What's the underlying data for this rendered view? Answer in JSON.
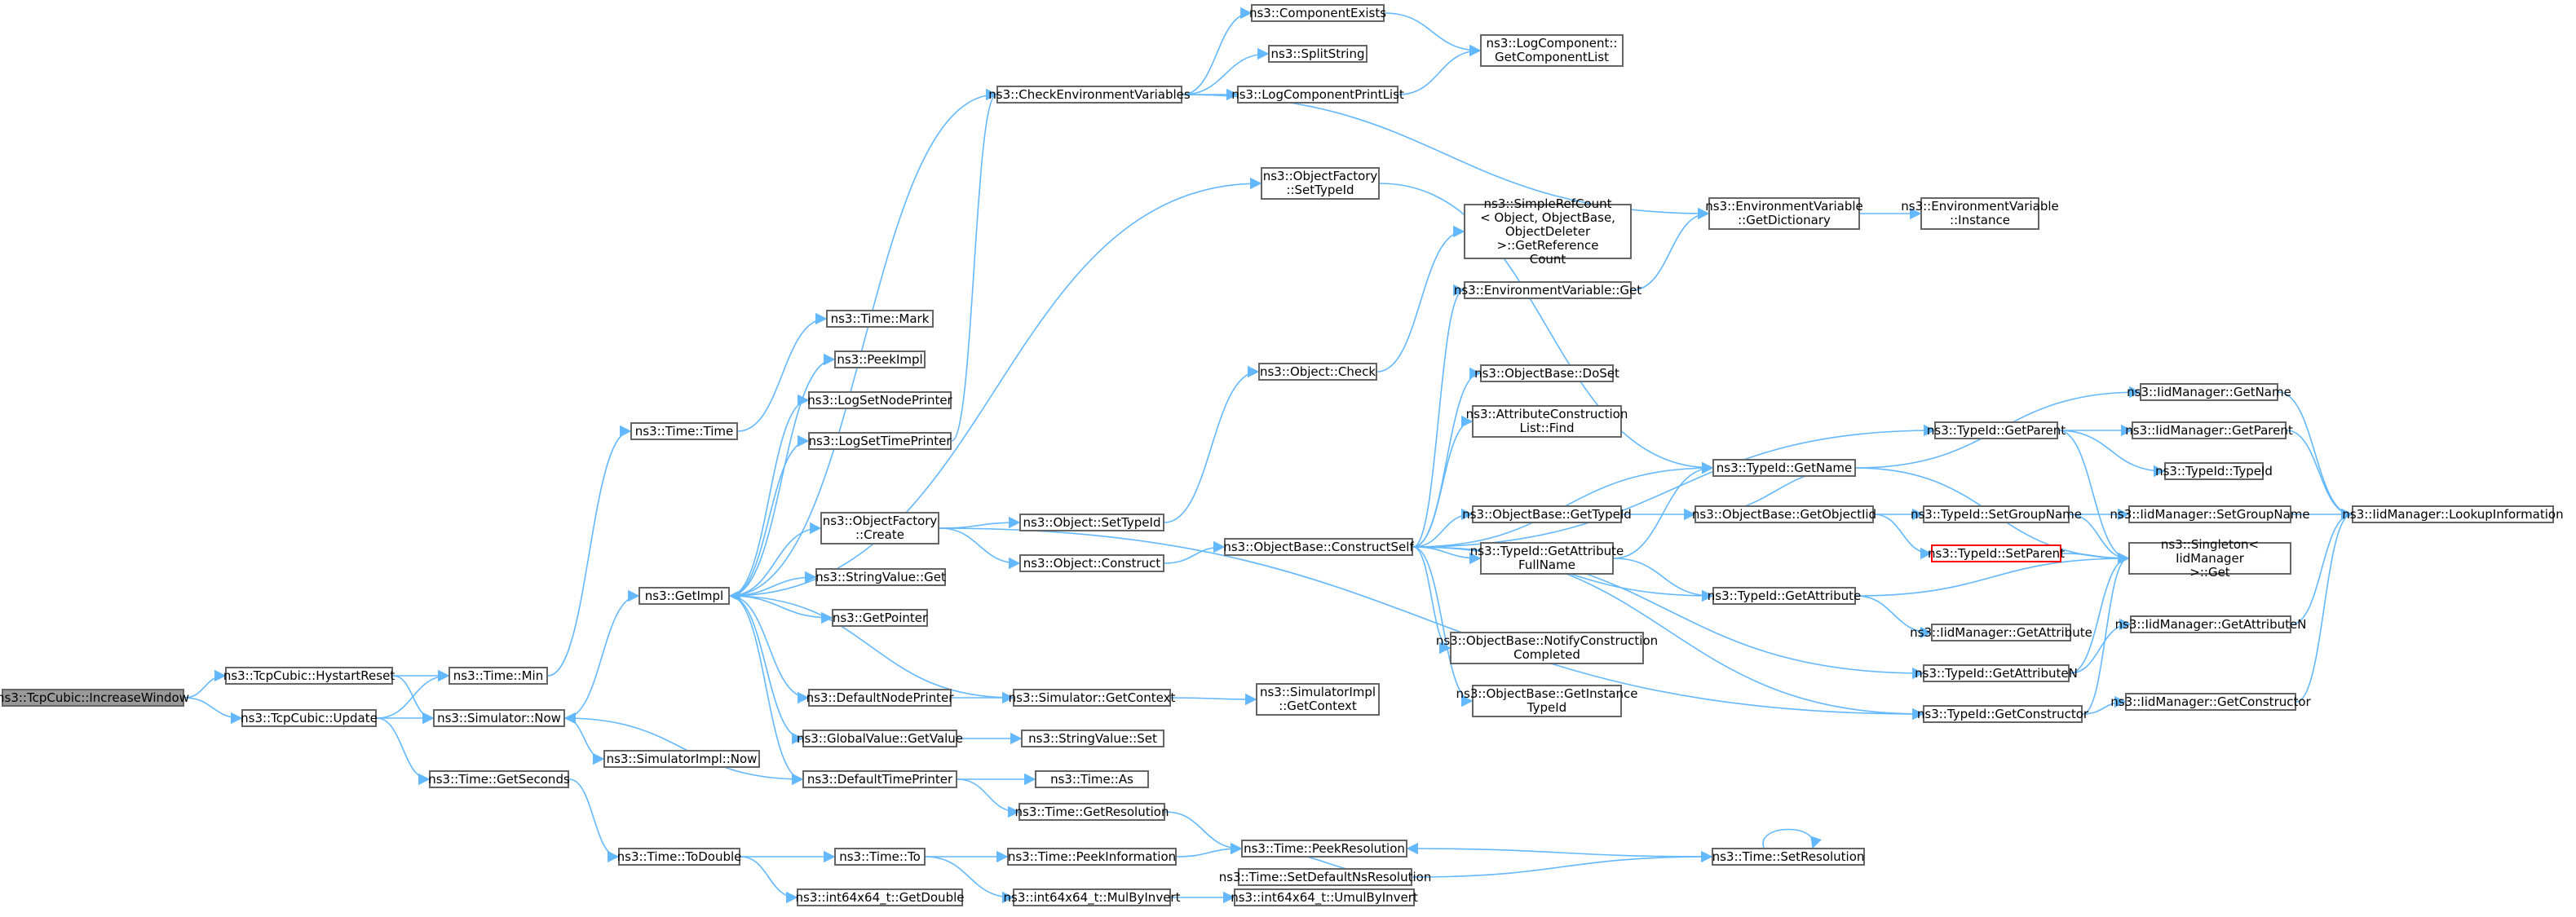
{
  "colors": {
    "edge": "#63b8ff",
    "box_border": "#666666",
    "root_fill": "#999999",
    "highlight_border": "#ff0000"
  },
  "nodes": [
    {
      "id": "root",
      "label": "ns3::TcpCubic::IncreaseWindow",
      "style": "root"
    },
    {
      "id": "hystart",
      "label": "ns3::TcpCubic::HystartReset"
    },
    {
      "id": "update",
      "label": "ns3::TcpCubic::Update"
    },
    {
      "id": "timemin",
      "label": "ns3::Time::Min"
    },
    {
      "id": "simnow",
      "label": "ns3::Simulator::Now"
    },
    {
      "id": "getseconds",
      "label": "ns3::Time::GetSeconds"
    },
    {
      "id": "timetime",
      "label": "ns3::Time::Time"
    },
    {
      "id": "getimpl",
      "label": "ns3::GetImpl"
    },
    {
      "id": "simimplnow",
      "label": "ns3::SimulatorImpl::Now"
    },
    {
      "id": "todouble",
      "label": "ns3::Time::ToDouble"
    },
    {
      "id": "timemark",
      "label": "ns3::Time::Mark"
    },
    {
      "id": "peekimpl",
      "label": "ns3::PeekImpl"
    },
    {
      "id": "logsetnode",
      "label": "ns3::LogSetNodePrinter"
    },
    {
      "id": "logsettime",
      "label": "ns3::LogSetTimePrinter"
    },
    {
      "id": "objfactcreate",
      "label": "ns3::ObjectFactory\n::Create"
    },
    {
      "id": "strget",
      "label": "ns3::StringValue::Get"
    },
    {
      "id": "getpointer",
      "label": "ns3::GetPointer"
    },
    {
      "id": "defnode",
      "label": "ns3::DefaultNodePrinter"
    },
    {
      "id": "globalget",
      "label": "ns3::GlobalValue::GetValue"
    },
    {
      "id": "deftime",
      "label": "ns3::DefaultTimePrinter"
    },
    {
      "id": "timeto",
      "label": "ns3::Time::To"
    },
    {
      "id": "getdouble",
      "label": "ns3::int64x64_t::GetDouble"
    },
    {
      "id": "checkenv",
      "label": "ns3::CheckEnvironmentVariables"
    },
    {
      "id": "compexists",
      "label": "ns3::ComponentExists"
    },
    {
      "id": "splitstring",
      "label": "ns3::SplitString"
    },
    {
      "id": "logcompprint",
      "label": "ns3::LogComponentPrintList"
    },
    {
      "id": "logcompget",
      "label": "ns3::LogComponent::\nGetComponentList"
    },
    {
      "id": "objfactsettid",
      "label": "ns3::ObjectFactory\n::SetTypeId"
    },
    {
      "id": "objcheck",
      "label": "ns3::Object::Check"
    },
    {
      "id": "objsettid",
      "label": "ns3::Object::SetTypeId"
    },
    {
      "id": "objconstruct",
      "label": "ns3::Object::Construct"
    },
    {
      "id": "simgetctx",
      "label": "ns3::Simulator::GetContext"
    },
    {
      "id": "strset",
      "label": "ns3::StringValue::Set"
    },
    {
      "id": "timeas",
      "label": "ns3::Time::As"
    },
    {
      "id": "timegetres",
      "label": "ns3::Time::GetResolution"
    },
    {
      "id": "peekinfo",
      "label": "ns3::Time::PeekInformation"
    },
    {
      "id": "mulbyinv",
      "label": "ns3::int64x64_t::MulByInvert"
    },
    {
      "id": "simimplctx",
      "label": "ns3::SimulatorImpl\n::GetContext"
    },
    {
      "id": "peekres",
      "label": "ns3::Time::PeekResolution"
    },
    {
      "id": "umulbyinv",
      "label": "ns3::int64x64_t::UmulByInvert"
    },
    {
      "id": "simplerefcnt",
      "label": "ns3::SimpleRefCount\n< Object, ObjectBase,\nObjectDeleter >::GetReference\nCount"
    },
    {
      "id": "envget",
      "label": "ns3::EnvironmentVariable::Get"
    },
    {
      "id": "objbasedoset",
      "label": "ns3::ObjectBase::DoSet"
    },
    {
      "id": "attrconstr",
      "label": "ns3::AttributeConstruction\nList::Find"
    },
    {
      "id": "objbaseconstruct",
      "label": "ns3::ObjectBase::ConstructSelf"
    },
    {
      "id": "objbasegettid",
      "label": "ns3::ObjectBase::GetTypeId"
    },
    {
      "id": "tidgetattrfull",
      "label": "ns3::TypeId::GetAttribute\nFullName"
    },
    {
      "id": "objbasenotify",
      "label": "ns3::ObjectBase::NotifyConstruction\nCompleted"
    },
    {
      "id": "objbasegetinst",
      "label": "ns3::ObjectBase::GetInstance\nTypeId"
    },
    {
      "id": "envdict",
      "label": "ns3::EnvironmentVariable\n::GetDictionary"
    },
    {
      "id": "envinst",
      "label": "ns3::EnvironmentVariable\n::Instance"
    },
    {
      "id": "tidgetname",
      "label": "ns3::TypeId::GetName"
    },
    {
      "id": "objbasegetoid",
      "label": "ns3::ObjectBase::GetObjectIid"
    },
    {
      "id": "tidgetattr",
      "label": "ns3::TypeId::GetAttribute"
    },
    {
      "id": "tidgetattrn",
      "label": "ns3::TypeId::GetAttributeN"
    },
    {
      "id": "tidgetctor",
      "label": "ns3::TypeId::GetConstructor"
    },
    {
      "id": "setdefres",
      "label": "ns3::Time::SetDefaultNsResolution"
    },
    {
      "id": "timesetres",
      "label": "ns3::Time::SetResolution"
    },
    {
      "id": "tidgetparent",
      "label": "ns3::TypeId::GetParent"
    },
    {
      "id": "tidsetgroup",
      "label": "ns3::TypeId::SetGroupName"
    },
    {
      "id": "tidsetparent",
      "label": "ns3::TypeId::SetParent",
      "style": "red"
    },
    {
      "id": "iidgetattr",
      "label": "ns3::IidManager::GetAttribute"
    },
    {
      "id": "iidgetname",
      "label": "ns3::IidManager::GetName"
    },
    {
      "id": "iidgetparent",
      "label": "ns3::IidManager::GetParent"
    },
    {
      "id": "tidtypeid",
      "label": "ns3::TypeId::TypeId"
    },
    {
      "id": "iidsetgroup",
      "label": "ns3::IidManager::SetGroupName"
    },
    {
      "id": "singletonget",
      "label": "ns3::Singleton< IidManager\n>::Get"
    },
    {
      "id": "iidgetattrn",
      "label": "ns3::IidManager::GetAttributeN"
    },
    {
      "id": "iidgetctor",
      "label": "ns3::IidManager::GetConstructor"
    },
    {
      "id": "iidlookup",
      "label": "ns3::IidManager::LookupInformation"
    }
  ],
  "edges": [
    [
      "root",
      "hystart"
    ],
    [
      "root",
      "update"
    ],
    [
      "hystart",
      "timemin"
    ],
    [
      "hystart",
      "simnow"
    ],
    [
      "update",
      "timemin"
    ],
    [
      "update",
      "simnow"
    ],
    [
      "update",
      "getseconds"
    ],
    [
      "timemin",
      "timetime"
    ],
    [
      "simnow",
      "getimpl"
    ],
    [
      "simnow",
      "simimplnow"
    ],
    [
      "getseconds",
      "todouble"
    ],
    [
      "timetime",
      "timemark"
    ],
    [
      "getimpl",
      "peekimpl"
    ],
    [
      "getimpl",
      "logsetnode"
    ],
    [
      "getimpl",
      "logsettime"
    ],
    [
      "getimpl",
      "objfactcreate"
    ],
    [
      "getimpl",
      "strget"
    ],
    [
      "getimpl",
      "getpointer"
    ],
    [
      "getimpl",
      "defnode"
    ],
    [
      "getimpl",
      "globalget"
    ],
    [
      "getimpl",
      "deftime"
    ],
    [
      "getimpl",
      "checkenv"
    ],
    [
      "getimpl",
      "objfactsettid"
    ],
    [
      "logsettime",
      "checkenv"
    ],
    [
      "checkenv",
      "compexists"
    ],
    [
      "checkenv",
      "splitstring"
    ],
    [
      "checkenv",
      "logcompprint"
    ],
    [
      "checkenv",
      "envdict"
    ],
    [
      "compexists",
      "logcompget"
    ],
    [
      "logcompprint",
      "logcompget"
    ],
    [
      "objfactsettid",
      "tidgetname"
    ],
    [
      "objfactcreate",
      "objsettid"
    ],
    [
      "objfactcreate",
      "objconstruct"
    ],
    [
      "objfactcreate",
      "tidgetctor"
    ],
    [
      "objsettid",
      "objcheck"
    ],
    [
      "objcheck",
      "simplerefcnt"
    ],
    [
      "objconstruct",
      "objbaseconstruct"
    ],
    [
      "defnode",
      "simgetctx"
    ],
    [
      "simgetctx",
      "getimpl"
    ],
    [
      "simgetctx",
      "simimplctx"
    ],
    [
      "globalget",
      "strset"
    ],
    [
      "deftime",
      "simnow"
    ],
    [
      "deftime",
      "timeas"
    ],
    [
      "deftime",
      "timegetres"
    ],
    [
      "timegetres",
      "peekres"
    ],
    [
      "todouble",
      "timeto"
    ],
    [
      "todouble",
      "getdouble"
    ],
    [
      "timeto",
      "peekinfo"
    ],
    [
      "timeto",
      "mulbyinv"
    ],
    [
      "peekinfo",
      "peekres"
    ],
    [
      "mulbyinv",
      "umulbyinv"
    ],
    [
      "peekres",
      "setdefres"
    ],
    [
      "setdefres",
      "timesetres"
    ],
    [
      "timesetres",
      "peekres"
    ],
    [
      "timesetres",
      "timesetres"
    ],
    [
      "objbaseconstruct",
      "envget"
    ],
    [
      "objbaseconstruct",
      "objbasedoset"
    ],
    [
      "objbaseconstruct",
      "attrconstr"
    ],
    [
      "objbaseconstruct",
      "tidgetname"
    ],
    [
      "objbaseconstruct",
      "objbasegettid"
    ],
    [
      "objbaseconstruct",
      "tidgetattrfull"
    ],
    [
      "objbaseconstruct",
      "tidgetattr"
    ],
    [
      "objbaseconstruct",
      "objbasenotify"
    ],
    [
      "objbaseconstruct",
      "objbasegetinst"
    ],
    [
      "objbaseconstruct",
      "tidgetattrn"
    ],
    [
      "objbaseconstruct",
      "tidgetparent"
    ],
    [
      "objbaseconstruct",
      "tidgetctor"
    ],
    [
      "envget",
      "envdict"
    ],
    [
      "envdict",
      "envinst"
    ],
    [
      "objbasegettid",
      "objbasegetoid"
    ],
    [
      "objbasegetoid",
      "tidsetgroup"
    ],
    [
      "objbasegetoid",
      "tidsetparent"
    ],
    [
      "objbasegetoid",
      "tidgetname"
    ],
    [
      "tidgetattrfull",
      "tidgetname"
    ],
    [
      "tidgetattrfull",
      "tidgetattr"
    ],
    [
      "tidgetname",
      "iidgetname"
    ],
    [
      "tidgetname",
      "singletonget"
    ],
    [
      "tidgetattr",
      "iidgetattr"
    ],
    [
      "tidgetattr",
      "singletonget"
    ],
    [
      "tidgetattrn",
      "iidgetattrn"
    ],
    [
      "tidgetattrn",
      "singletonget"
    ],
    [
      "tidgetctor",
      "iidgetctor"
    ],
    [
      "tidgetctor",
      "singletonget"
    ],
    [
      "tidgetparent",
      "iidgetparent"
    ],
    [
      "tidgetparent",
      "tidtypeid"
    ],
    [
      "tidgetparent",
      "singletonget"
    ],
    [
      "tidsetgroup",
      "iidsetgroup"
    ],
    [
      "tidsetgroup",
      "singletonget"
    ],
    [
      "tidsetparent",
      "singletonget"
    ],
    [
      "iidgetname",
      "iidlookup"
    ],
    [
      "iidgetparent",
      "iidlookup"
    ],
    [
      "iidsetgroup",
      "iidlookup"
    ],
    [
      "iidgetattrn",
      "iidlookup"
    ],
    [
      "iidgetctor",
      "iidlookup"
    ]
  ]
}
